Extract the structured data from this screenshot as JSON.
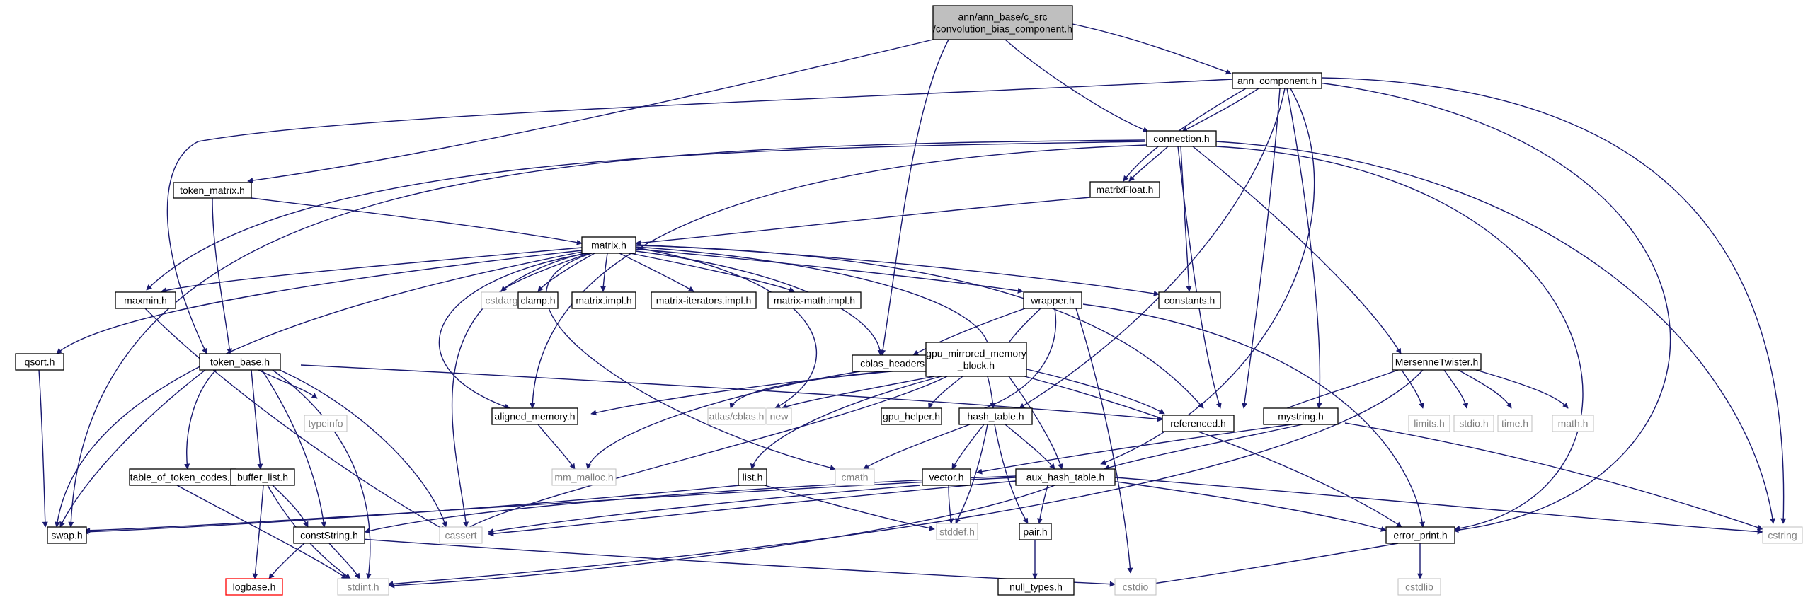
{
  "nodes": {
    "root": "ann/ann_base/c_src\n/convolution_bias_component.h",
    "ann_component": "ann_component.h",
    "connection": "connection.h",
    "token_matrix": "token_matrix.h",
    "matrixFloat": "matrixFloat.h",
    "matrix": "matrix.h",
    "maxmin": "maxmin.h",
    "cstdarg": "cstdarg",
    "clamp": "clamp.h",
    "matrix_impl": "matrix.impl.h",
    "matrix_iterators": "matrix-iterators.impl.h",
    "matrix_math": "matrix-math.impl.h",
    "wrapper": "wrapper.h",
    "constants": "constants.h",
    "qsort": "qsort.h",
    "token_base": "token_base.h",
    "cblas_headers": "cblas_headers.h",
    "gpu_mirrored": "gpu_mirrored_memory\n_block.h",
    "mersenne": "MersenneTwister.h",
    "typeinfo": "typeinfo",
    "aligned_memory": "aligned_memory.h",
    "atlas_cblas": "atlas/cblas.h",
    "new": "new",
    "gpu_helper": "gpu_helper.h",
    "hash_table": "hash_table.h",
    "referenced": "referenced.h",
    "mystring": "mystring.h",
    "limits": "limits.h",
    "stdio_h": "stdio.h",
    "time_h": "time.h",
    "math_h": "math.h",
    "table_of_token_codes": "table_of_token_codes.h",
    "buffer_list": "buffer_list.h",
    "mm_malloc": "mm_malloc.h",
    "list_h": "list.h",
    "cmath": "cmath",
    "vector_h": "vector.h",
    "aux_hash_table": "aux_hash_table.h",
    "swap": "swap.h",
    "cassert": "cassert",
    "constString": "constString.h",
    "stddef": "stddef.h",
    "pair": "pair.h",
    "error_print": "error_print.h",
    "cstring": "cstring",
    "logbase": "logbase.h",
    "stdint": "stdint.h",
    "null_types": "null_types.h",
    "cstdio": "cstdio",
    "cstdlib": "cstdlib"
  },
  "colors": {
    "edge": "#191970",
    "root_fill": "#bfbfbf",
    "node_border": "#000000",
    "system_border": "#bfbfbf",
    "system_text": "#808080",
    "missing_border": "#ff0000"
  }
}
